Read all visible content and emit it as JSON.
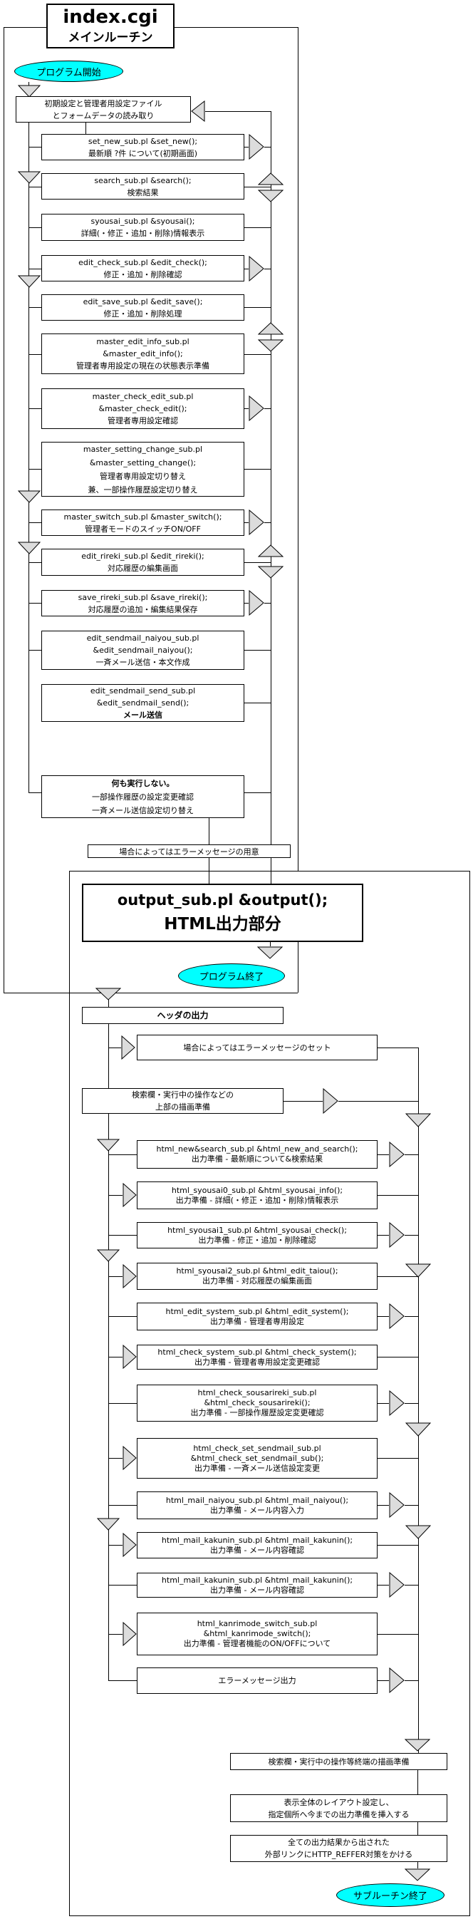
{
  "title": {
    "line1": "index.cgi",
    "line2": "メインルーチン"
  },
  "terminators": {
    "start": "プログラム開始",
    "end": "プログラム終了",
    "sub_end": "サブルーチン終了"
  },
  "colors": {
    "terminator_fill": "#00ffff",
    "arrow_fill": "#dcdcdc",
    "line": "#000000",
    "box_fill": "#ffffff"
  },
  "main": {
    "init_box": "初期設定と管理者用設定ファイル\nとフォームデータの読み取り",
    "boxes": [
      {
        "text": "set_new_sub.pl &set_new();\n最新順 ?件 について(初期画面)"
      },
      {
        "text": "search_sub.pl &search();\n検索結果"
      },
      {
        "text": "syousai_sub.pl &syousai();\n詳細(・修正・追加・削除)情報表示"
      },
      {
        "text": "edit_check_sub.pl &edit_check();\n修正・追加・削除確認"
      },
      {
        "text": "edit_save_sub.pl &edit_save();\n修正・追加・削除処理"
      },
      {
        "text": "master_edit_info_sub.pl\n&master_edit_info();\n管理者専用設定の現在の状態表示準備"
      },
      {
        "text": "master_check_edit_sub.pl\n&master_check_edit();\n管理者専用設定確認"
      },
      {
        "text": "master_setting_change_sub.pl\n&master_setting_change();\n管理者専用設定切り替え\n兼、一部操作履歴設定切り替え"
      },
      {
        "text": "master_switch_sub.pl &master_switch();\n管理者モードのスイッチON/OFF"
      },
      {
        "text": "edit_rireki_sub.pl &edit_rireki();\n対応履歴の編集画面"
      },
      {
        "text": "save_rireki_sub.pl &save_rireki();\n対応履歴の追加・編集結果保存"
      },
      {
        "text": "edit_sendmail_naiyou_sub.pl\n&edit_sendmail_naiyou();\n一斉メール送信・本文作成"
      },
      {
        "text": "edit_sendmail_send_sub.pl\n&edit_sendmail_send();",
        "bold_text": "メール送信"
      }
    ],
    "no_exec_box": {
      "bold_text": "何も実行しない。",
      "text": "一部操作履歴の設定変更確認\n一斉メール送信設定切り替え"
    },
    "error_note": "場合によってはエラーメッセージの用意"
  },
  "output_section": {
    "title_line1": "output_sub.pl &output();",
    "title_line2": "HTML出力部分",
    "header_box": "ヘッダの出力",
    "error_set_box": "場合によってはエラーメッセージのセット",
    "top_draw_box": "検索欄・実行中の操作などの\n上部の描画準備",
    "boxes": [
      {
        "text": "html_new&search_sub.pl &html_new_and_search();\n出力準備 - 最新順について&検索結果"
      },
      {
        "text": "html_syousai0_sub.pl &html_syousai_info();\n出力準備 - 詳細(・修正・追加・削除)情報表示"
      },
      {
        "text": "html_syousai1_sub.pl &html_syousai_check();\n出力準備 - 修正・追加・削除確認"
      },
      {
        "text": "html_syousai2_sub.pl &html_edit_taiou();\n出力準備 - 対応履歴の編集画面"
      },
      {
        "text": "html_edit_system_sub.pl &html_edit_system();\n出力準備 - 管理者専用設定"
      },
      {
        "text": "html_check_system_sub.pl &html_check_system();\n出力準備 - 管理者専用設定変更確認"
      },
      {
        "text": "html_check_sousarireki_sub.pl\n&html_check_sousarireki();\n出力準備 - 一部操作履歴設定変更確認"
      },
      {
        "text": "html_check_set_sendmail_sub.pl\n&html_check_set_sendmail_sub();\n出力準備 - 一斉メール送信設定変更"
      },
      {
        "text": "html_mail_naiyou_sub.pl &html_mail_naiyou();\n出力準備 - メール内容入力"
      },
      {
        "text": "html_mail_kakunin_sub.pl &html_mail_kakunin();\n出力準備 - メール内容確認"
      },
      {
        "text": "html_mail_kakunin_sub.pl &html_mail_kakunin();\n出力準備 - メール内容確認"
      },
      {
        "text": "html_kanrimode_switch_sub.pl\n&html_kanrimode_switch();\n出力準備 - 管理者機能のON/OFFについて"
      },
      {
        "text": "エラーメッセージ出力"
      }
    ],
    "tail_box": "検索欄・実行中の操作等終端の描画準備",
    "layout_box": "表示全体のレイアウト設定し、\n指定個所へ今までの出力準備を挿入する",
    "reffer_box": "全ての出力結果から出された\n外部リンクにHTTP_REFFER対策をかける"
  }
}
